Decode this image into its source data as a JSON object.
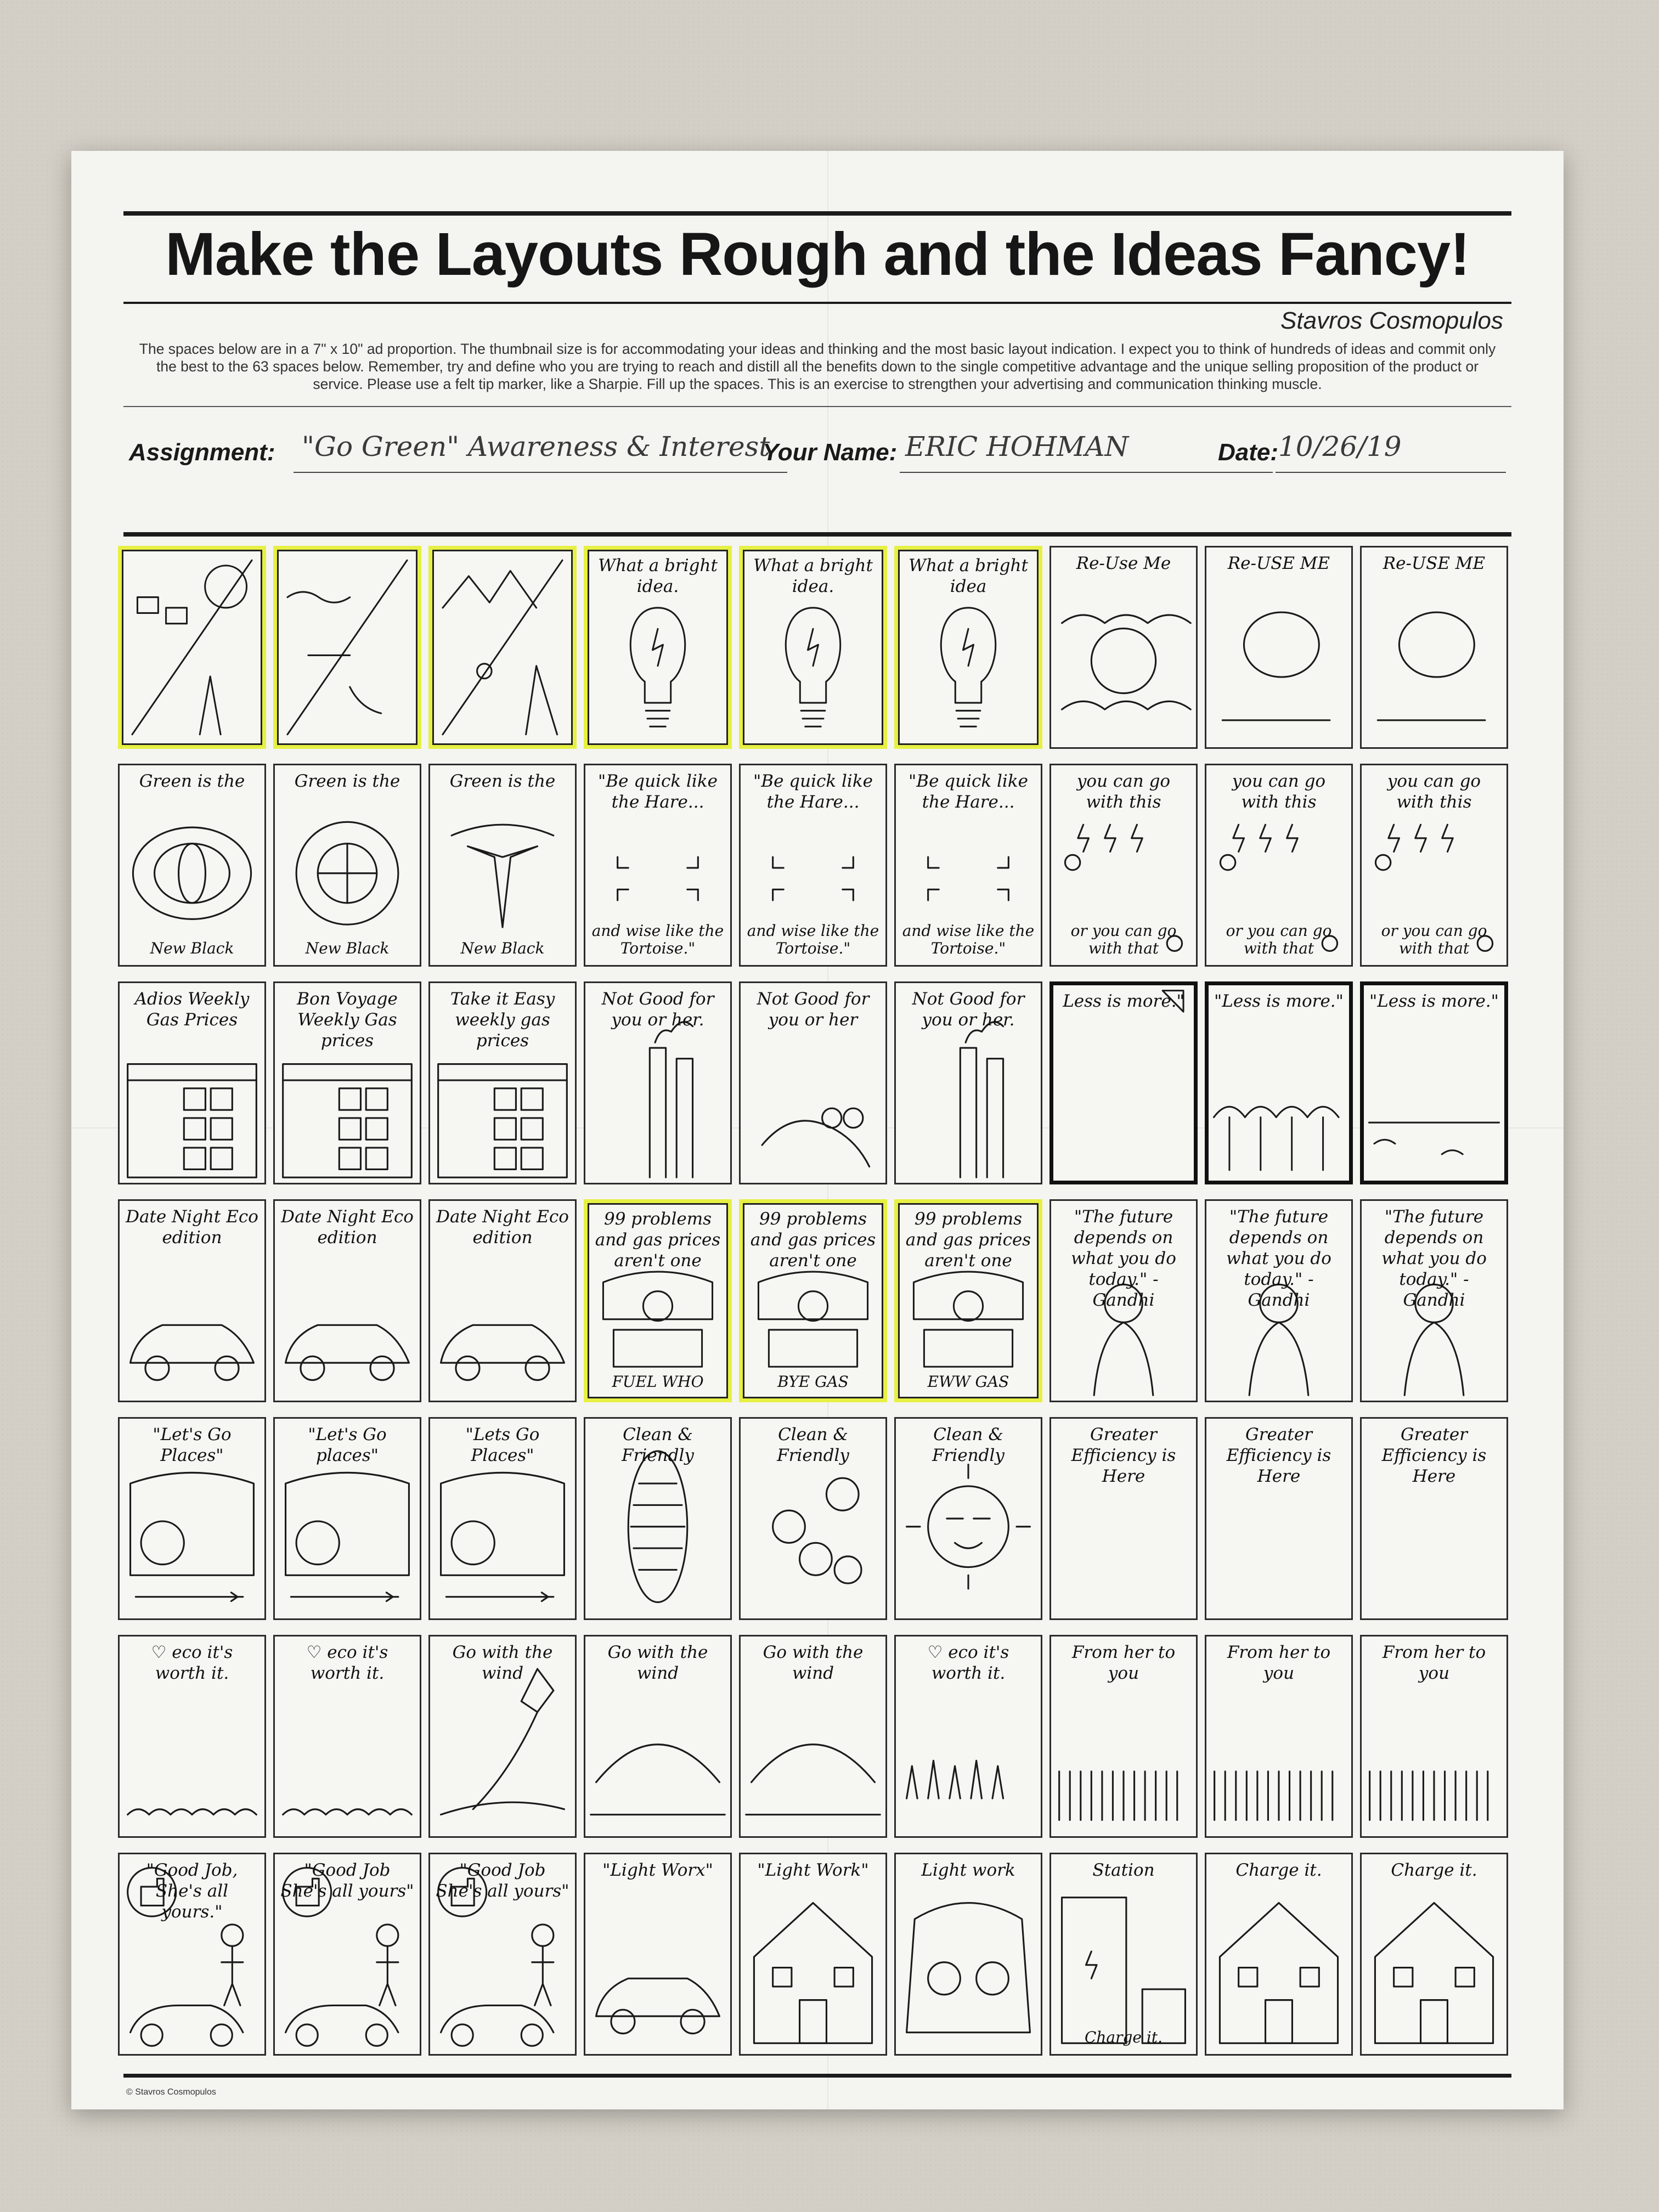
{
  "sheet": {
    "title": "Make the Layouts Rough and the Ideas Fancy!",
    "author": "Stavros Cosmopulos",
    "instructions": "The spaces below are in a 7\" x 10\" ad proportion. The thumbnail size is for accommodating your ideas and thinking and the most basic layout indication. I expect you to think of hundreds of ideas and commit only the best to the 63 spaces below. Remember, try and define who you are trying to reach and distill all the benefits down to the single competitive advantage and the unique selling proposition of the product or service. Please use a felt tip marker, like a Sharpie. Fill up the spaces. This is an exercise to strengthen your advertising and communication thinking muscle.",
    "copyright": "© Stavros Cosmopulos"
  },
  "form": {
    "assignment_label": "Assignment:",
    "assignment_value": "\"Go Green\" Awareness & Interest",
    "name_label": "Your Name:",
    "name_value": "ERIC HOHMAN",
    "date_label": "Date:",
    "date_value": "10/26/19"
  },
  "thumbnails": [
    {
      "text": "",
      "sketch": "sun-panels",
      "hl": true,
      "sub": ""
    },
    {
      "text": "",
      "sketch": "ocean-split",
      "hl": true,
      "sub": ""
    },
    {
      "text": "",
      "sketch": "mountain-split",
      "hl": true,
      "sub": ""
    },
    {
      "text": "What a bright idea.",
      "sketch": "bulb",
      "hl": true,
      "sub": ""
    },
    {
      "text": "What a bright idea.",
      "sketch": "bulb",
      "hl": true,
      "sub": ""
    },
    {
      "text": "What a bright idea",
      "sketch": "bulb",
      "hl": true,
      "sub": ""
    },
    {
      "text": "Re-Use Me",
      "sketch": "stones",
      "hl": false,
      "sub": ""
    },
    {
      "text": "Re-USE ME",
      "sketch": "blob",
      "hl": false,
      "sub": ""
    },
    {
      "text": "Re-USE ME",
      "sketch": "blob",
      "hl": false,
      "sub": ""
    },
    {
      "text": "Green is the",
      "sketch": "oval-logo",
      "hl": false,
      "sub": "New Black"
    },
    {
      "text": "Green is the",
      "sketch": "round-logo",
      "hl": false,
      "sub": "New Black"
    },
    {
      "text": "Green is the",
      "sketch": "t-logo",
      "hl": false,
      "sub": "New Black"
    },
    {
      "text": "\"Be quick like the Hare...",
      "sketch": "frame",
      "hl": false,
      "sub": "and wise like the Tortoise.\""
    },
    {
      "text": "\"Be quick like the Hare...",
      "sketch": "frame",
      "hl": false,
      "sub": "and wise like the Tortoise.\""
    },
    {
      "text": "\"Be quick like the Hare...",
      "sketch": "frame",
      "hl": false,
      "sub": "and wise like the Tortoise.\""
    },
    {
      "text": "you can go with this",
      "sketch": "drops",
      "hl": false,
      "sub": "or you can go with that"
    },
    {
      "text": "you can go with this",
      "sketch": "drops",
      "hl": false,
      "sub": "or you can go with that"
    },
    {
      "text": "you can go with this",
      "sketch": "drops",
      "hl": false,
      "sub": "or you can go with that"
    },
    {
      "text": "Adios Weekly Gas Prices",
      "sketch": "gas-sign",
      "hl": false,
      "sub": ""
    },
    {
      "text": "Bon Voyage Weekly Gas prices",
      "sketch": "gas-sign",
      "hl": false,
      "sub": ""
    },
    {
      "text": "Take it Easy weekly gas prices",
      "sketch": "gas-sign",
      "hl": false,
      "sub": ""
    },
    {
      "text": "Not Good for you or her.",
      "sketch": "factory",
      "hl": false,
      "sub": ""
    },
    {
      "text": "Not Good for you or her",
      "sketch": "smoke",
      "hl": false,
      "sub": ""
    },
    {
      "text": "Not Good for you or her.",
      "sketch": "factory",
      "hl": false,
      "sub": ""
    },
    {
      "text": "Less is more.\"",
      "sketch": "page",
      "hl": false,
      "heavy": true,
      "sub": ""
    },
    {
      "text": "\"Less is more.\"",
      "sketch": "trees",
      "hl": false,
      "heavy": true,
      "sub": ""
    },
    {
      "text": "\"Less is more.\"",
      "sketch": "waves",
      "hl": false,
      "heavy": true,
      "sub": ""
    },
    {
      "text": "Date Night Eco edition",
      "sketch": "car",
      "hl": false,
      "sub": ""
    },
    {
      "text": "Date Night Eco edition",
      "sketch": "car",
      "hl": false,
      "sub": ""
    },
    {
      "text": "Date Night Eco edition",
      "sketch": "car",
      "hl": false,
      "sub": ""
    },
    {
      "text": "99 problems and gas prices aren't one",
      "sketch": "badge",
      "hl": true,
      "sub": "FUEL WHO"
    },
    {
      "text": "99 problems and gas prices aren't one",
      "sketch": "badge",
      "hl": true,
      "sub": "BYE GAS"
    },
    {
      "text": "99 problems and gas prices aren't one",
      "sketch": "badge",
      "hl": true,
      "sub": "EWW GAS"
    },
    {
      "text": "\"The future depends on what you do today.\" - Gandhi",
      "sketch": "figure",
      "hl": false,
      "sub": ""
    },
    {
      "text": "\"The future depends on what you do today.\" - Gandhi",
      "sketch": "figure",
      "hl": false,
      "sub": ""
    },
    {
      "text": "\"The future depends on what you do today.\" - Gandhi",
      "sketch": "figure",
      "hl": false,
      "sub": ""
    },
    {
      "text": "\"Let's Go Places\"",
      "sketch": "car-interior",
      "hl": false,
      "sub": ""
    },
    {
      "text": "\"Let's Go places\"",
      "sketch": "car-interior",
      "hl": false,
      "sub": ""
    },
    {
      "text": "\"Lets Go Places\"",
      "sketch": "car-interior",
      "hl": false,
      "sub": ""
    },
    {
      "text": "Clean & Friendly",
      "sketch": "corn",
      "hl": false,
      "sub": ""
    },
    {
      "text": "Clean & Friendly",
      "sketch": "faces",
      "hl": false,
      "sub": ""
    },
    {
      "text": "Clean & Friendly",
      "sketch": "sun",
      "hl": false,
      "sub": ""
    },
    {
      "text": "Greater Efficiency is Here",
      "sketch": "none",
      "hl": false,
      "sub": ""
    },
    {
      "text": "Greater Efficiency is Here",
      "sketch": "none",
      "hl": false,
      "sub": ""
    },
    {
      "text": "Greater Efficiency is Here",
      "sketch": "none",
      "hl": false,
      "sub": ""
    },
    {
      "text": "♡ eco it's worth it.",
      "sketch": "ground",
      "hl": false,
      "sub": ""
    },
    {
      "text": "♡ eco it's worth it.",
      "sketch": "ground",
      "hl": false,
      "sub": ""
    },
    {
      "text": "Go with the wind",
      "sketch": "kite",
      "hl": false,
      "sub": ""
    },
    {
      "text": "Go with the wind",
      "sketch": "hills",
      "hl": false,
      "sub": ""
    },
    {
      "text": "Go with the wind",
      "sketch": "hills",
      "hl": false,
      "sub": ""
    },
    {
      "text": "♡ eco it's worth it.",
      "sketch": "grass",
      "hl": false,
      "sub": ""
    },
    {
      "text": "From her to you",
      "sketch": "field",
      "hl": false,
      "sub": ""
    },
    {
      "text": "From her to you",
      "sketch": "field",
      "hl": false,
      "sub": ""
    },
    {
      "text": "From her to you",
      "sketch": "field",
      "hl": false,
      "sub": ""
    },
    {
      "text": "\"Good Job, She's all yours.\"",
      "sketch": "thumb",
      "hl": false,
      "sub": ""
    },
    {
      "text": "\"Good Job She's all yours\"",
      "sketch": "thumb",
      "hl": false,
      "sub": ""
    },
    {
      "text": "\"Good Job She's all yours\"",
      "sketch": "thumb",
      "hl": false,
      "sub": ""
    },
    {
      "text": "\"Light Worx\"",
      "sketch": "car",
      "hl": false,
      "sub": ""
    },
    {
      "text": "\"Light Work\"",
      "sketch": "house",
      "hl": false,
      "sub": ""
    },
    {
      "text": "Light work",
      "sketch": "car-front",
      "hl": false,
      "sub": ""
    },
    {
      "text": "Station",
      "sketch": "station",
      "hl": false,
      "sub": "Charge it."
    },
    {
      "text": "Charge it.",
      "sketch": "house",
      "hl": false,
      "sub": ""
    },
    {
      "text": "Charge it.",
      "sketch": "house",
      "hl": false,
      "sub": ""
    }
  ]
}
